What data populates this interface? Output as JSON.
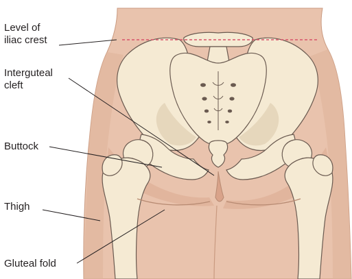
{
  "colors": {
    "skin": "#e9c3ad",
    "skin_shadow": "#dba98f",
    "bone": "#f5ead3",
    "bone_outline": "#6a5a50",
    "bone_shade": "#e6d7bc",
    "crest_line": "#d8536a",
    "leader": "#231f20",
    "text": "#231f20"
  },
  "labels": {
    "iliac_crest": "Level of\niliac crest",
    "intergluteal_cleft": "Interguteal\ncleft",
    "buttock": "Buttock",
    "thigh": "Thigh",
    "gluteal_fold": "Gluteal fold"
  }
}
